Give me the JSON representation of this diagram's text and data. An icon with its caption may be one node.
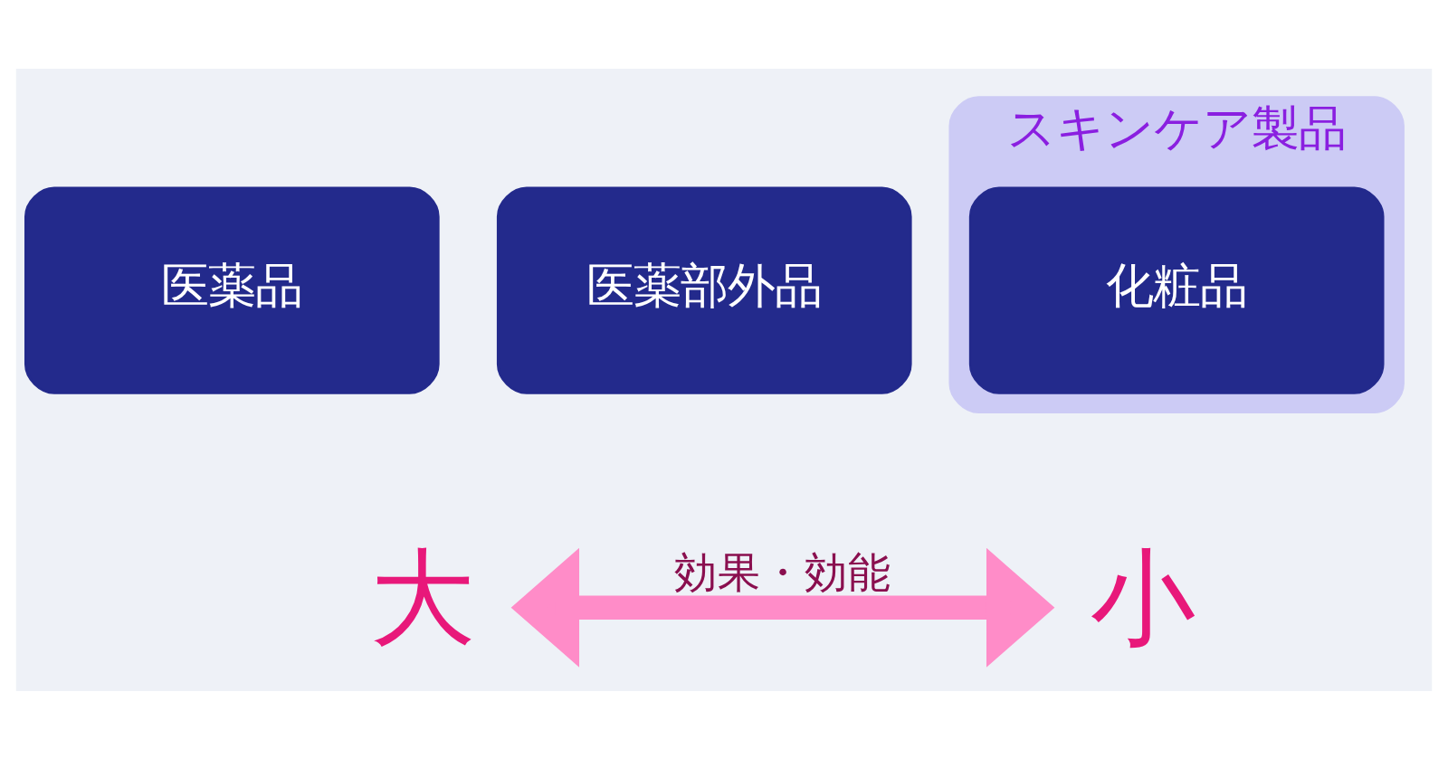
{
  "diagram": {
    "nodes": [
      {
        "text": [
          "医薬品"
        ]
      },
      {
        "text": [
          "医薬部外品"
        ]
      },
      {
        "text": [
          "スキンケア製品"
        ]
      },
      {
        "text": [
          "化粧品"
        ],
        "in": 2
      },
      {
        "text": [
          "大"
        ]
      },
      {
        "text": [
          "小"
        ]
      }
    ],
    "edges": [
      {
        "from": 4,
        "to": 5,
        "arrow": "both",
        "label": "効果・効能",
        "color": "#ff8cc8"
      }
    ]
  }
}
